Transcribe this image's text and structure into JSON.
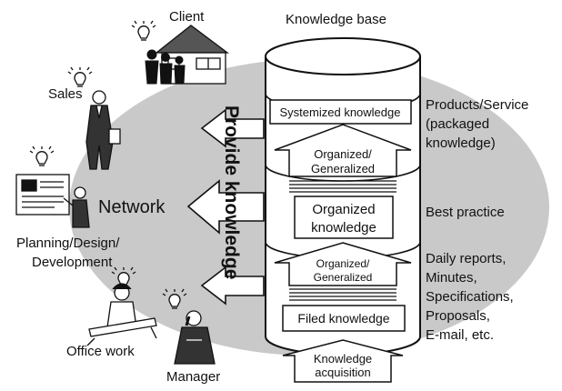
{
  "titles": {
    "knowledge_base": "Knowledge base",
    "network": "Network",
    "provide_knowledge": "Provide knowledge"
  },
  "stakeholders": {
    "client": "Client",
    "sales": "Sales",
    "planning_line1": "Planning/Design/",
    "planning_line2": "Development",
    "office_work": "Office work",
    "manager": "Manager"
  },
  "layers": {
    "systemized": "Systemized knowledge",
    "organized_line1": "Organized",
    "organized_line2": "knowledge",
    "filed": "Filed knowledge"
  },
  "arrows": {
    "organized_generalized_1_line1": "Organized/",
    "organized_generalized_1_line2": "Generalized",
    "organized_generalized_2_line1": "Organized/",
    "organized_generalized_2_line2": "Generalized",
    "acquisition_line1": "Knowledge",
    "acquisition_line2": "acquisition"
  },
  "outputs": {
    "products_line1": "Products/Service",
    "products_line2": "(packaged",
    "products_line3": "knowledge)",
    "best_practice": "Best practice",
    "daily_line1": "Daily reports,",
    "daily_line2": "Minutes,",
    "daily_line3": "Specifications,",
    "daily_line4": "Proposals,",
    "daily_line5": "E-mail, etc."
  },
  "colors": {
    "network_ellipse": "#c9c9c9",
    "stroke": "#111111",
    "fill": "#ffffff"
  }
}
